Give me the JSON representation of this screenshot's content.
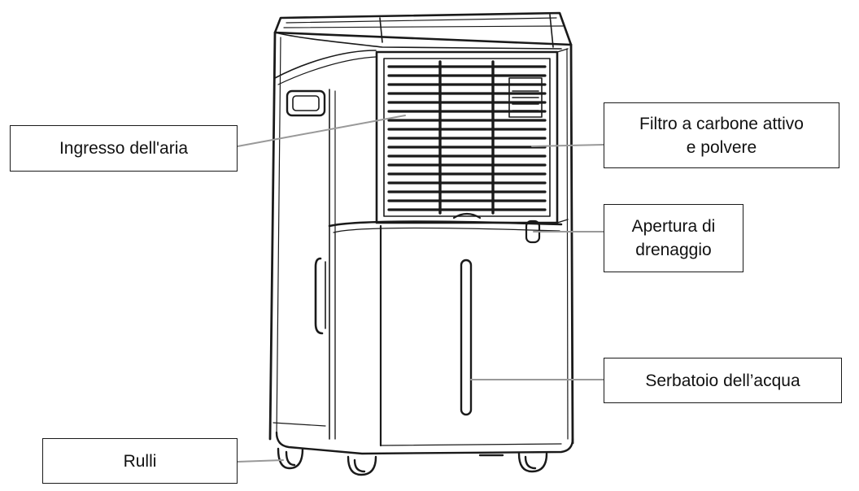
{
  "labels": {
    "air_inlet": "Ingresso dell'aria",
    "filter_line1": "Filtro a carbone attivo",
    "filter_line2": "e polvere",
    "drain_line1": "Apertura di",
    "drain_line2": "drenaggio",
    "water_tank": "Serbatoio dell’acqua",
    "rollers": "Rulli"
  },
  "colors": {
    "outline": "#1a1a1a",
    "leader": "#999999",
    "background": "#ffffff"
  }
}
